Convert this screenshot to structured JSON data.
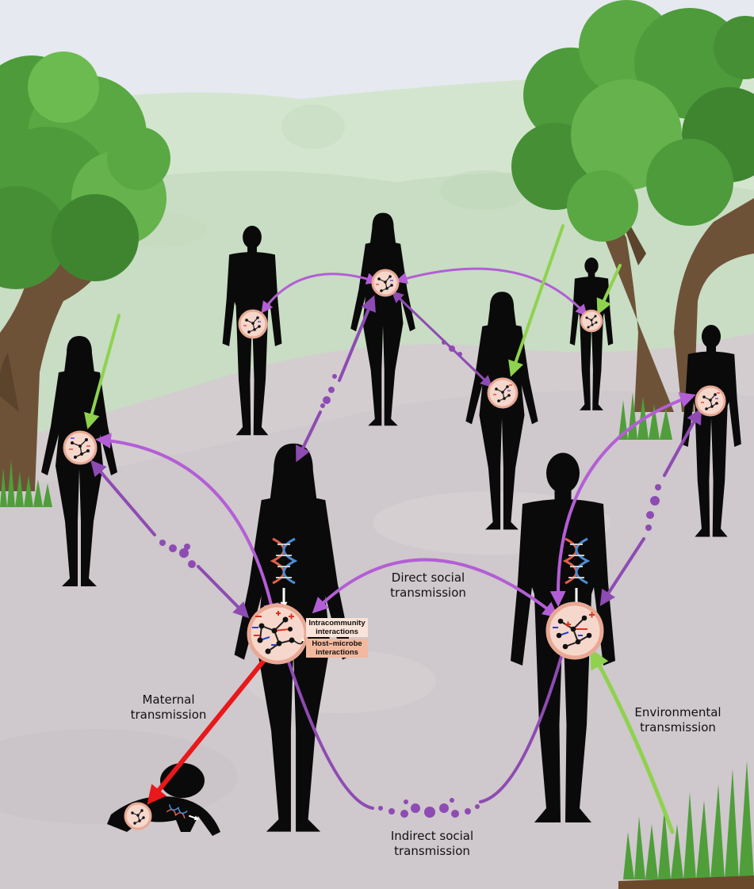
{
  "labels": {
    "direct_social": [
      "Direct social",
      "transmission"
    ],
    "maternal": [
      "Maternal",
      "transmission"
    ],
    "environmental": [
      "Environmental",
      "transmission"
    ],
    "indirect_social": [
      "Indirect social",
      "transmission"
    ]
  },
  "inset": {
    "intracommunity": [
      "Intracommunity",
      "interactions"
    ],
    "host_microbe": [
      "Host–microbe",
      "interactions"
    ]
  },
  "colors": {
    "sky": "#e6e9f0",
    "hill": "#d4e5cf",
    "ground": "#d3cdd0",
    "silhouette": "#0a0a0a",
    "social_arrow": "#b35ed6",
    "social_arrow_dark": "#8e4bb3",
    "maternal_arrow": "#e8181b",
    "environmental_arrow": "#8fd24e",
    "microbiome_fill": "#f6d7cc",
    "microbiome_ring": "#e9a894",
    "tree_leaves": "#4d9b3a",
    "tree_trunk": "#6e5237"
  }
}
